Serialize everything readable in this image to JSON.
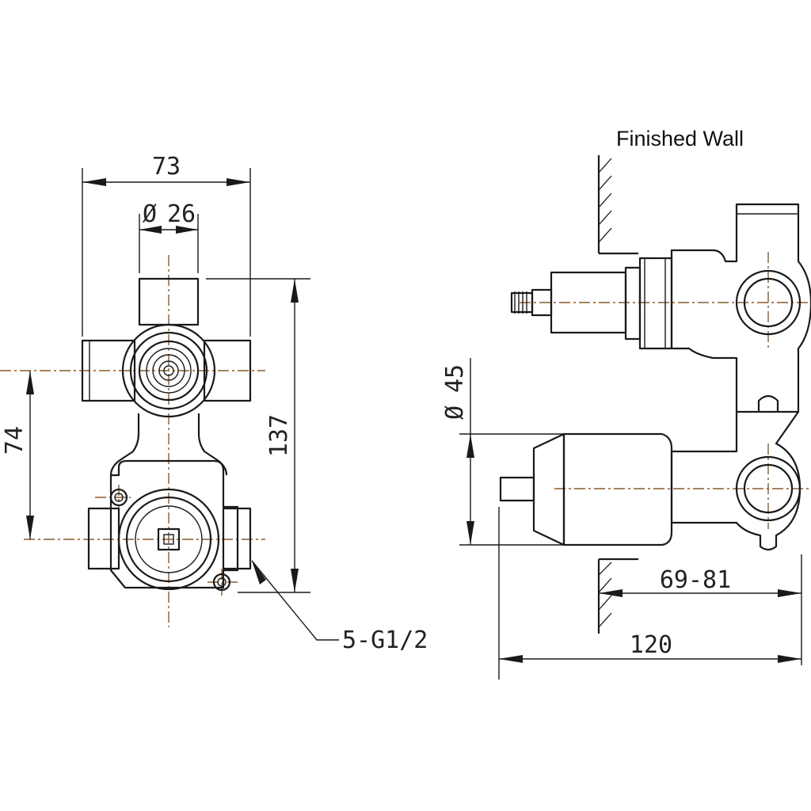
{
  "labels": {
    "finished_wall": "Finished Wall",
    "thread": "5-G1/2"
  },
  "dimensions": {
    "overall_width": "73",
    "port_diameter": "26",
    "port_diameter_prefix": "Ø",
    "port_spacing": "74",
    "overall_height": "137",
    "body_diameter": "45",
    "body_diameter_prefix": "Ø",
    "wall_depth": "69-81",
    "overall_depth": "120"
  },
  "colors": {
    "outline": "#1a1a1a",
    "centerline": "#8a5a2b",
    "background": "#ffffff"
  }
}
